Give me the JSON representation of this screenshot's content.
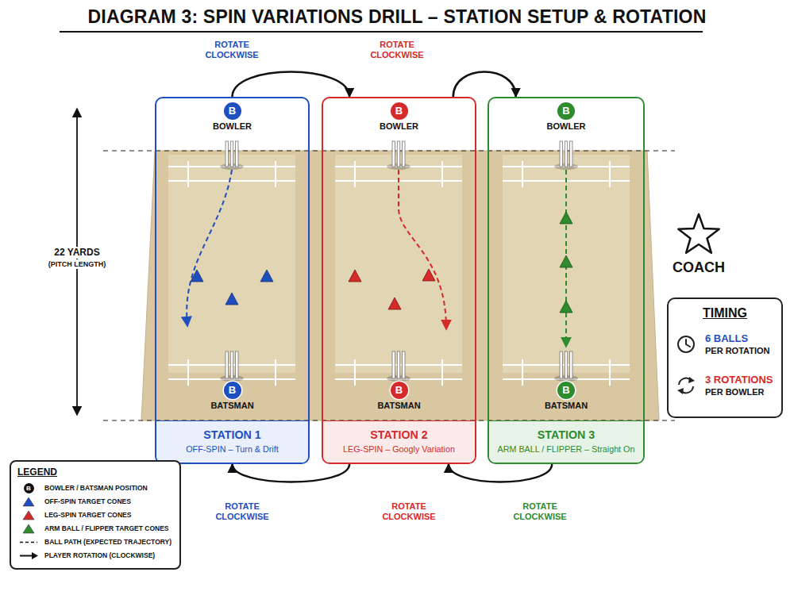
{
  "diagram": {
    "title": "DIAGRAM 3: SPIN VARIATIONS DRILL – STATION SETUP & ROTATION",
    "nodes": [
      {
        "text": [
          "STATION 1",
          "OFF-SPIN – Turn & Drift"
        ]
      },
      {
        "text": [
          "B",
          "BOWLER"
        ],
        "in": 0
      },
      {
        "text": [
          "B",
          "BATSMAN"
        ],
        "in": 0
      },
      {
        "text": [
          "STATION 2",
          "LEG-SPIN – Googly Variation"
        ]
      },
      {
        "text": [
          "B",
          "BOWLER"
        ],
        "in": 3
      },
      {
        "text": [
          "B",
          "BATSMAN"
        ],
        "in": 3
      },
      {
        "text": [
          "STATION 3",
          "ARM BALL / FLIPPER – Straight On"
        ]
      },
      {
        "text": [
          "B",
          "BOWLER"
        ],
        "in": 6
      },
      {
        "text": [
          "B",
          "BATSMAN"
        ],
        "in": 6
      },
      {
        "text": [
          "COACH"
        ]
      },
      {
        "text": [
          "TIMING",
          "6 BALLS",
          "PER ROTATION",
          "3 ROTATIONS",
          "PER BOWLER"
        ]
      }
    ],
    "edges": [
      {
        "from": 0,
        "to": 3,
        "arrow": "to",
        "label": "ROTATE CLOCKWISE"
      },
      {
        "from": 3,
        "to": 6,
        "arrow": "to",
        "label": "ROTATE CLOCKWISE"
      },
      {
        "from": 6,
        "to": 3,
        "arrow": "to",
        "label": "ROTATE CLOCKWISE"
      },
      {
        "from": 3,
        "to": 0,
        "arrow": "to",
        "label": "ROTATE CLOCKWISE"
      }
    ],
    "labels": [
      "ROTATE CLOCKWISE",
      "22 YARDS",
      "(PITCH LENGTH)",
      "LEGEND",
      "B"
    ],
    "legend": [
      {
        "text": "BOWLER / BATSMAN POSITION"
      },
      {
        "text": "OFF-SPIN TARGET CONES",
        "color": "#1f4fbf"
      },
      {
        "text": "LEG-SPIN TARGET CONES",
        "color": "#d42a2a"
      },
      {
        "text": "ARM BALL / FLIPPER TARGET CONES",
        "color": "#2e8b2e"
      },
      {
        "text": "BALL PATH (EXPECTED TRAJECTORY)"
      },
      {
        "text": "PLAYER ROTATION (CLOCKWISE)"
      }
    ]
  }
}
